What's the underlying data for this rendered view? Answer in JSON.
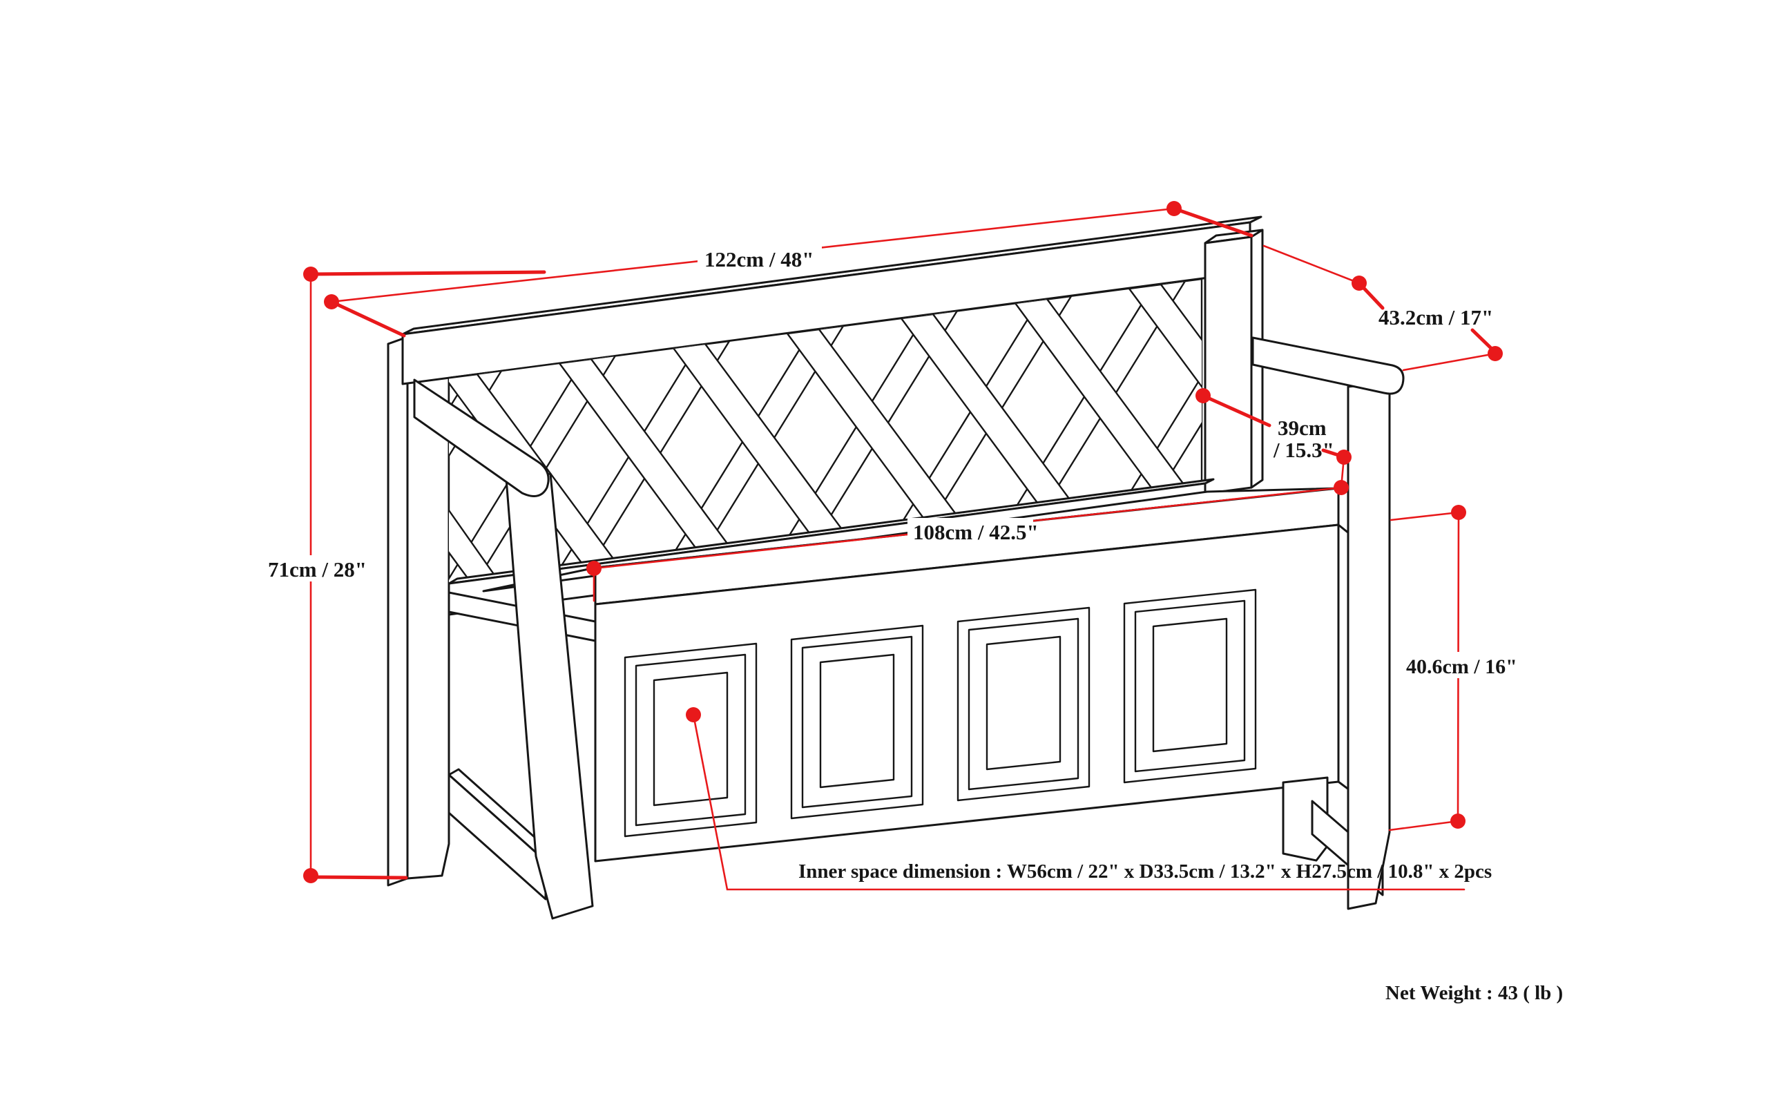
{
  "diagram_title": "entryway-storage-bench-dimension-diagram",
  "colors": {
    "annotation_red": "#e8191b",
    "line_black": "#161616",
    "background": "#ffffff"
  },
  "dimensions": {
    "overall_width": {
      "label": "122cm / 48\""
    },
    "depth": {
      "label": "43.2cm / 17\""
    },
    "back_height": {
      "line1": "39cm",
      "line2": "/ 15.3\""
    },
    "overall_height": {
      "label": "71cm / 28\""
    },
    "seat_width": {
      "label": "108cm / 42.5\""
    },
    "storage_height": {
      "label": "40.6cm / 16\""
    }
  },
  "notes": {
    "inner_space": "Inner space dimension : W56cm / 22\" x D33.5cm / 13.2\" x H27.5cm / 10.8\" x 2pcs",
    "net_weight": "Net Weight : 43 ( lb )"
  }
}
